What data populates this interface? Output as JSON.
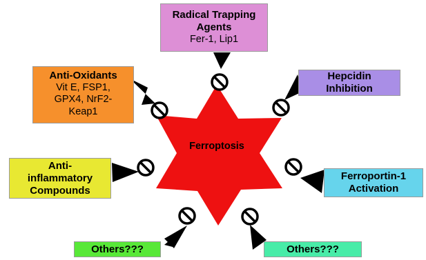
{
  "center": {
    "label": "Ferroptosis",
    "color": "#ee1111"
  },
  "boxes": {
    "radical": {
      "title": "Radical Trapping Agents",
      "sub": "Fer-1, Lip1",
      "color": "#dd8fd6"
    },
    "antiox": {
      "title": "Anti-Oxidants",
      "sub": "Vit E, FSP1, GPX4, NrF2-Keap1",
      "color": "#f6902c"
    },
    "hepcidin": {
      "title": "Hepcidin Inhibition",
      "color": "#a98ee6"
    },
    "antiinf": {
      "title": "Anti-inflammatory Compounds",
      "color": "#e8e832"
    },
    "ferro1": {
      "title": "Ferroportin-1 Activation",
      "color": "#66d4ec"
    },
    "others1": {
      "title": "Others???",
      "color": "#58e838"
    },
    "others2": {
      "title": "Others???",
      "color": "#48eca8"
    }
  },
  "icons": {
    "inhibitor": "no-entry-icon",
    "arrow": "arrowhead-icon"
  }
}
